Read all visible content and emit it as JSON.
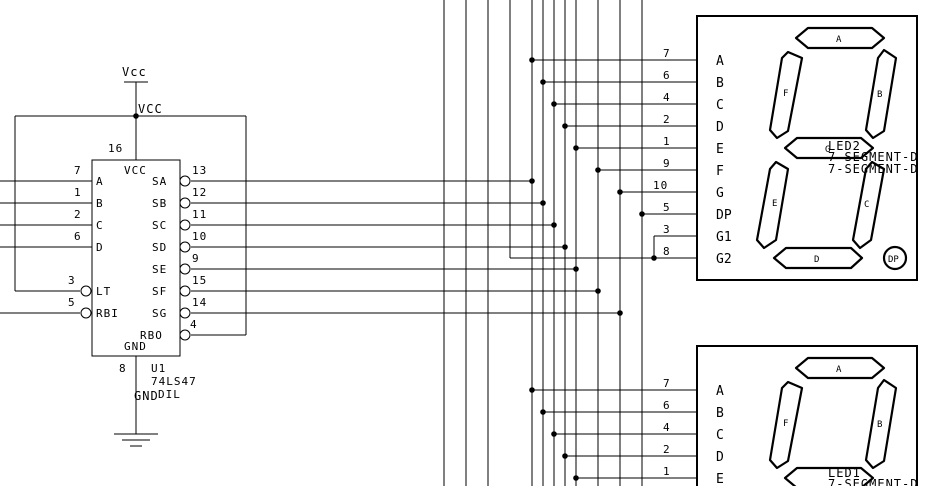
{
  "power": {
    "vcc_symbol": "Vcc",
    "vcc_net": "VCC",
    "gnd_net": "GND"
  },
  "decoder": {
    "pin16": "16",
    "vcc_pin": "VCC",
    "gnd_pin": "GND",
    "pin8": "8",
    "refdes": "U1",
    "part": "74LS47",
    "package": "DIL",
    "inputs": [
      {
        "pin": "7",
        "name": "A"
      },
      {
        "pin": "1",
        "name": "B"
      },
      {
        "pin": "2",
        "name": "C"
      },
      {
        "pin": "6",
        "name": "D"
      }
    ],
    "lt": {
      "pin": "3",
      "name": "LT"
    },
    "rbi": {
      "pin": "5",
      "name": "RBI"
    },
    "outputs": [
      {
        "pin": "13",
        "name": "SA"
      },
      {
        "pin": "12",
        "name": "SB"
      },
      {
        "pin": "11",
        "name": "SC"
      },
      {
        "pin": "10",
        "name": "SD"
      },
      {
        "pin": "9",
        "name": "SE"
      },
      {
        "pin": "15",
        "name": "SF"
      },
      {
        "pin": "14",
        "name": "SG"
      },
      {
        "pin": "4",
        "name": "RBO"
      }
    ]
  },
  "display1": {
    "refdes": "LED2",
    "description": "7-SEGMENT-D",
    "pins": [
      {
        "num": "7",
        "name": "A"
      },
      {
        "num": "6",
        "name": "B"
      },
      {
        "num": "4",
        "name": "C"
      },
      {
        "num": "2",
        "name": "D"
      },
      {
        "num": "1",
        "name": "E"
      },
      {
        "num": "9",
        "name": "F"
      },
      {
        "num": "10",
        "name": "G"
      },
      {
        "num": "5",
        "name": "DP"
      },
      {
        "num": "3",
        "name": "G1"
      },
      {
        "num": "8",
        "name": "G2"
      }
    ],
    "segments": {
      "a": "A",
      "b": "B",
      "c": "C",
      "d": "D",
      "e": "E",
      "f": "F",
      "g": "G",
      "dp": "DP"
    }
  },
  "display2": {
    "refdes": "LED1",
    "description": "7-SEGMENT-D",
    "pins": [
      {
        "num": "7",
        "name": "A"
      },
      {
        "num": "6",
        "name": "B"
      },
      {
        "num": "4",
        "name": "C"
      },
      {
        "num": "2",
        "name": "D"
      },
      {
        "num": "1",
        "name": "E"
      }
    ],
    "segments": {
      "a": "A",
      "b": "B",
      "f": "F"
    }
  }
}
